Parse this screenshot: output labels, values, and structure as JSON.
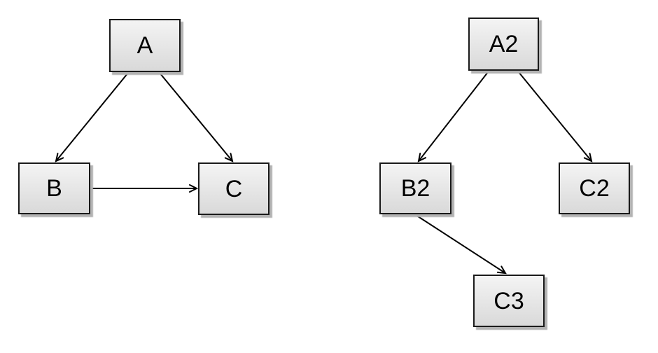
{
  "diagram": {
    "background_color": "#ffffff",
    "node_style": {
      "fill_top": "#f4f4f4",
      "fill_bottom": "#d9d9d9",
      "border_color": "#1a1a1a",
      "shadow_color": "#b3b3b3",
      "text_color": "#000000"
    },
    "edge_style": {
      "line_color": "#000000",
      "arrowhead": "open-v"
    },
    "graphs": [
      {
        "name": "left-graph",
        "nodes": [
          {
            "id": "A",
            "label": "A"
          },
          {
            "id": "B",
            "label": "B"
          },
          {
            "id": "C",
            "label": "C"
          }
        ],
        "edges": [
          {
            "from": "A",
            "to": "B"
          },
          {
            "from": "A",
            "to": "C"
          },
          {
            "from": "B",
            "to": "C"
          }
        ]
      },
      {
        "name": "right-graph",
        "nodes": [
          {
            "id": "A2",
            "label": "A2"
          },
          {
            "id": "B2",
            "label": "B2"
          },
          {
            "id": "C2",
            "label": "C2"
          },
          {
            "id": "C3",
            "label": "C3"
          }
        ],
        "edges": [
          {
            "from": "A2",
            "to": "B2"
          },
          {
            "from": "A2",
            "to": "C2"
          },
          {
            "from": "B2",
            "to": "C3"
          }
        ]
      }
    ]
  }
}
